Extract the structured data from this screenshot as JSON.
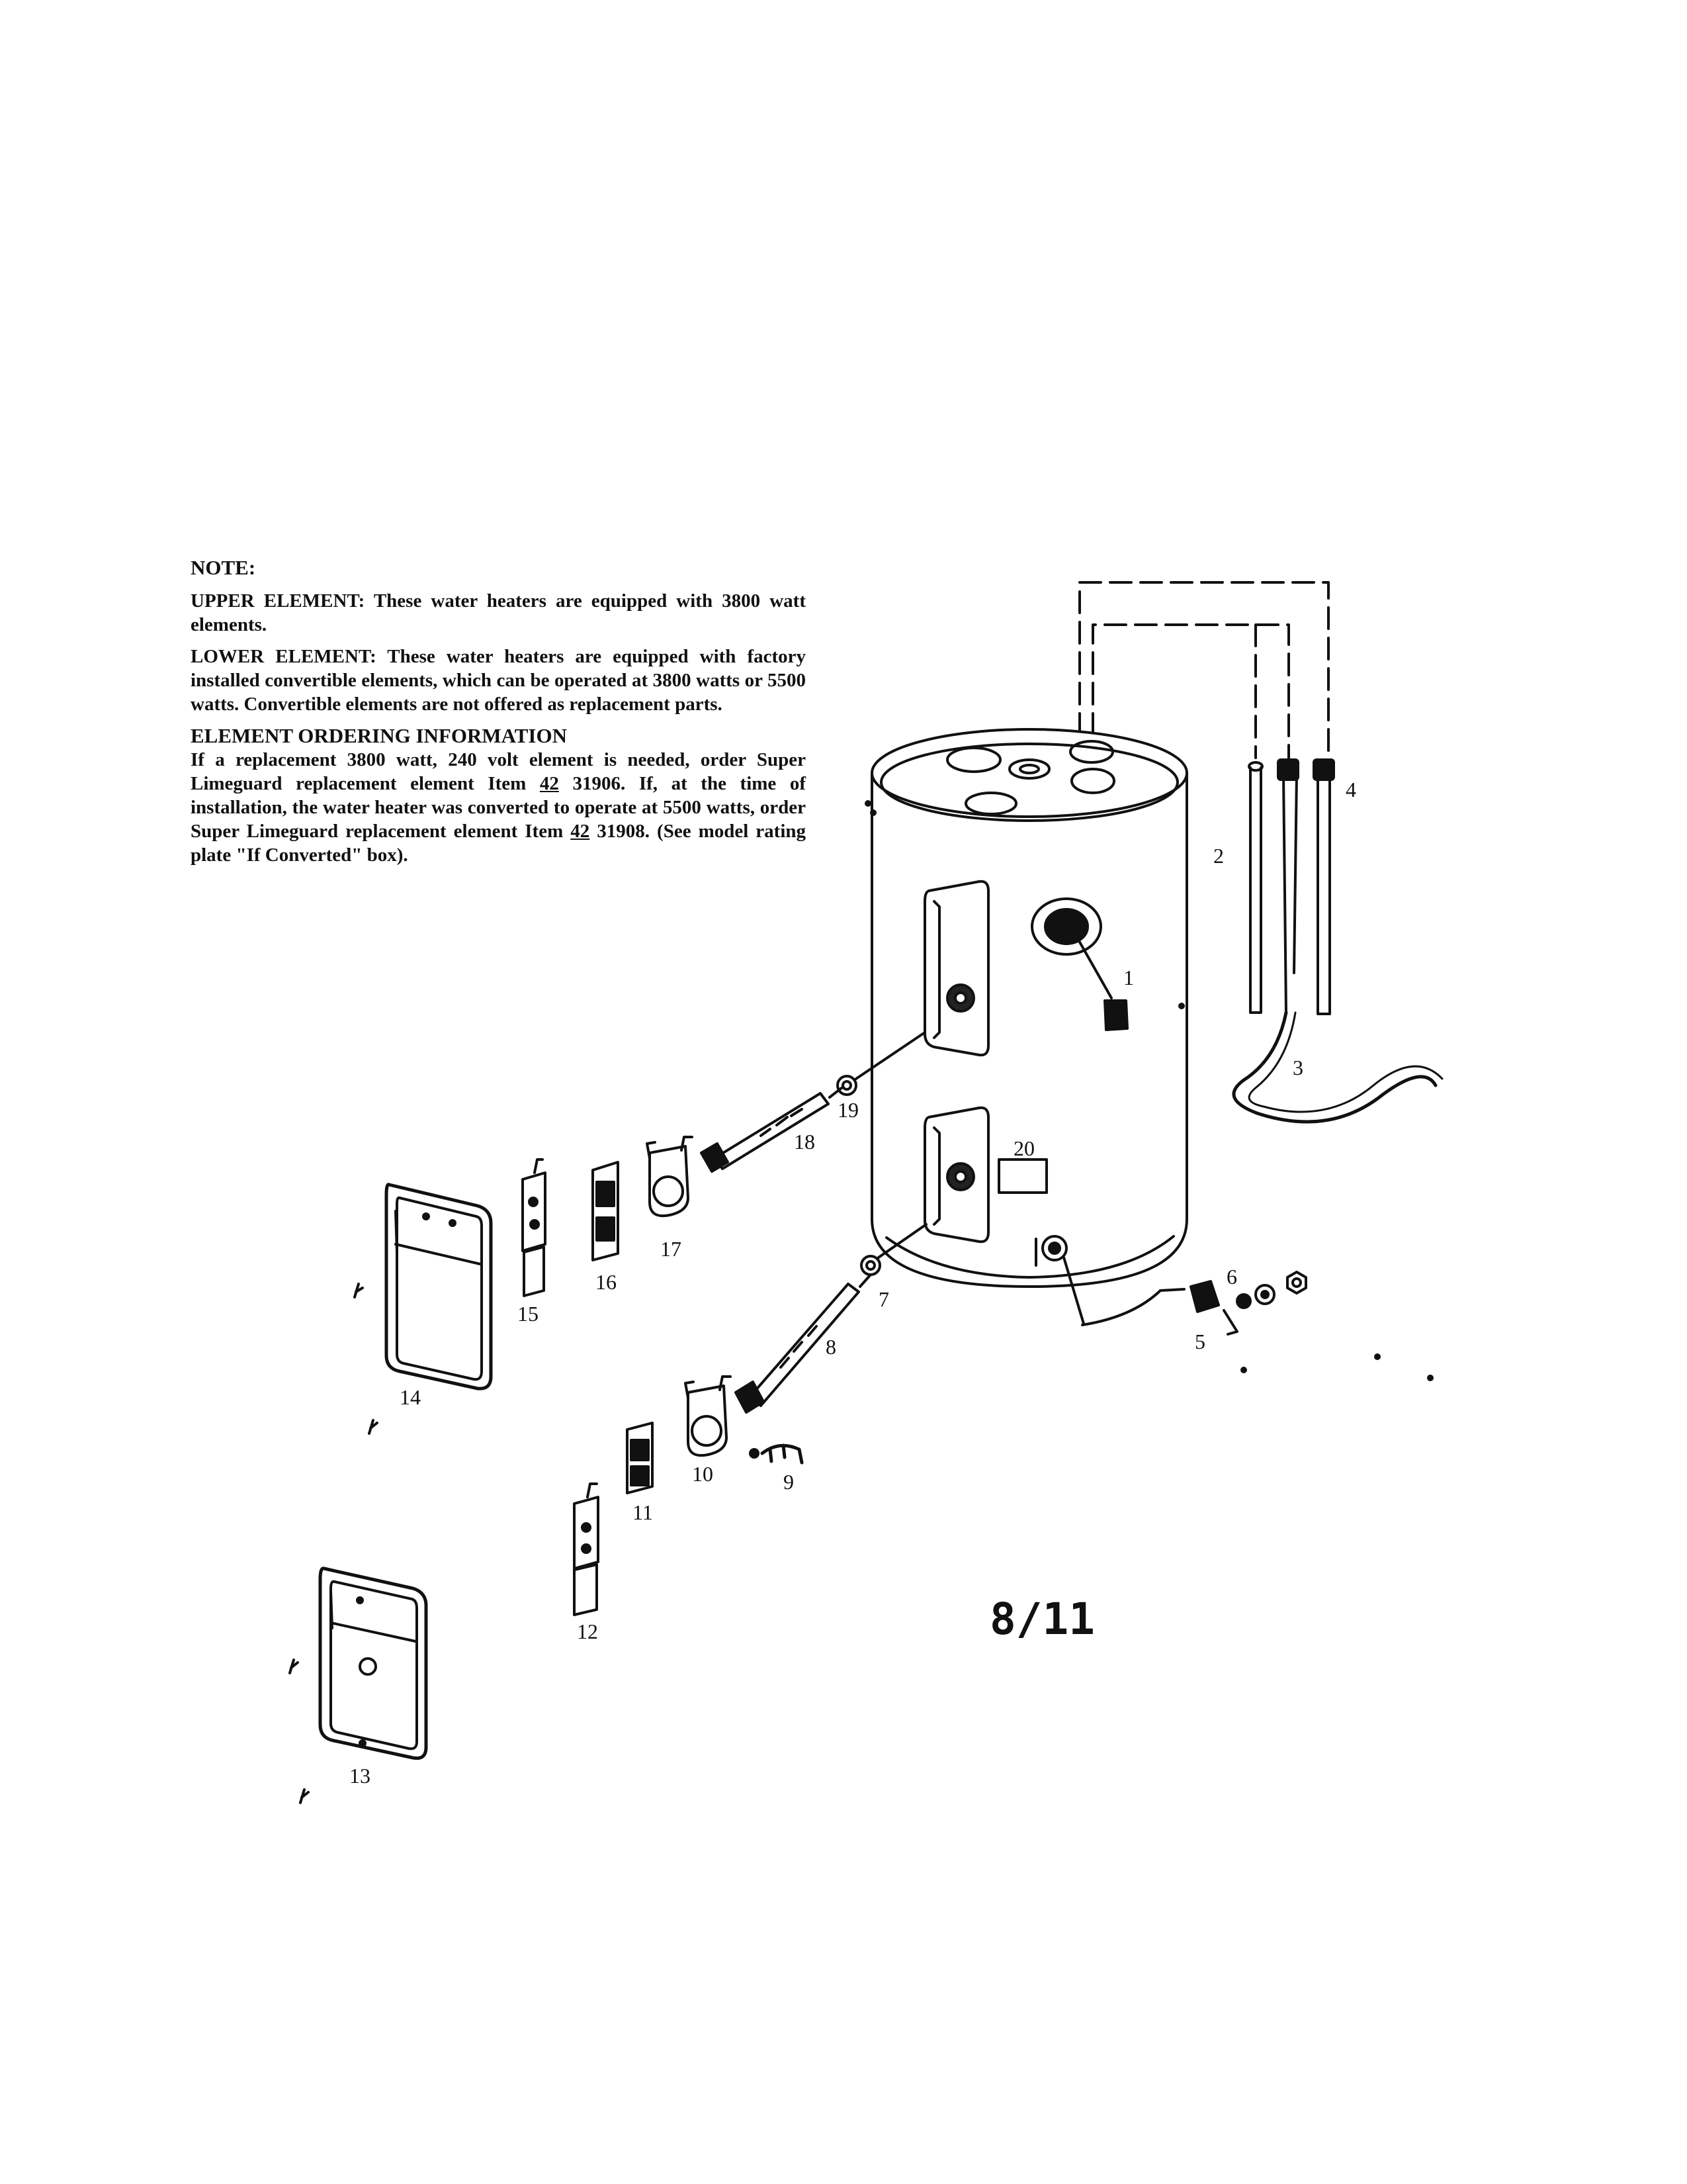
{
  "note": {
    "title": "NOTE:",
    "upper": {
      "label": "UPPER ELEMENT:",
      "text": "These water heaters are equipped with 3800 watt elements."
    },
    "lower": {
      "label": "LOWER ELEMENT:",
      "text": "These water heaters are equipped with factory installed convertible elements, which can be operated at 3800 watts or 5500 watts. Convertible elements are not offered as replacement parts."
    },
    "ordering": {
      "heading": "ELEMENT ORDERING INFORMATION",
      "text_a": "If a replacement 3800 watt, 240 volt element is needed, order Super Limeguard replacement element Item",
      "item_a": "42",
      "part_a": "31906.",
      "text_b": "If, at the time of installation, the water heater was converted to operate at 5500 watts, order Super Limeguard replacement element Item",
      "item_b": "42",
      "part_b": "31908.",
      "text_c": "(See model rating plate \"If Converted\" box)."
    }
  },
  "callouts": {
    "c1": "1",
    "c2": "2",
    "c3": "3",
    "c4": "4",
    "c5": "5",
    "c6": "6",
    "c7": "7",
    "c8": "8",
    "c9": "9",
    "c10": "10",
    "c11": "11",
    "c12": "12",
    "c13": "13",
    "c14": "14",
    "c15": "15",
    "c16": "16",
    "c17": "17",
    "c18": "18",
    "c19": "19",
    "c20": "20"
  },
  "page_number": "8/11"
}
